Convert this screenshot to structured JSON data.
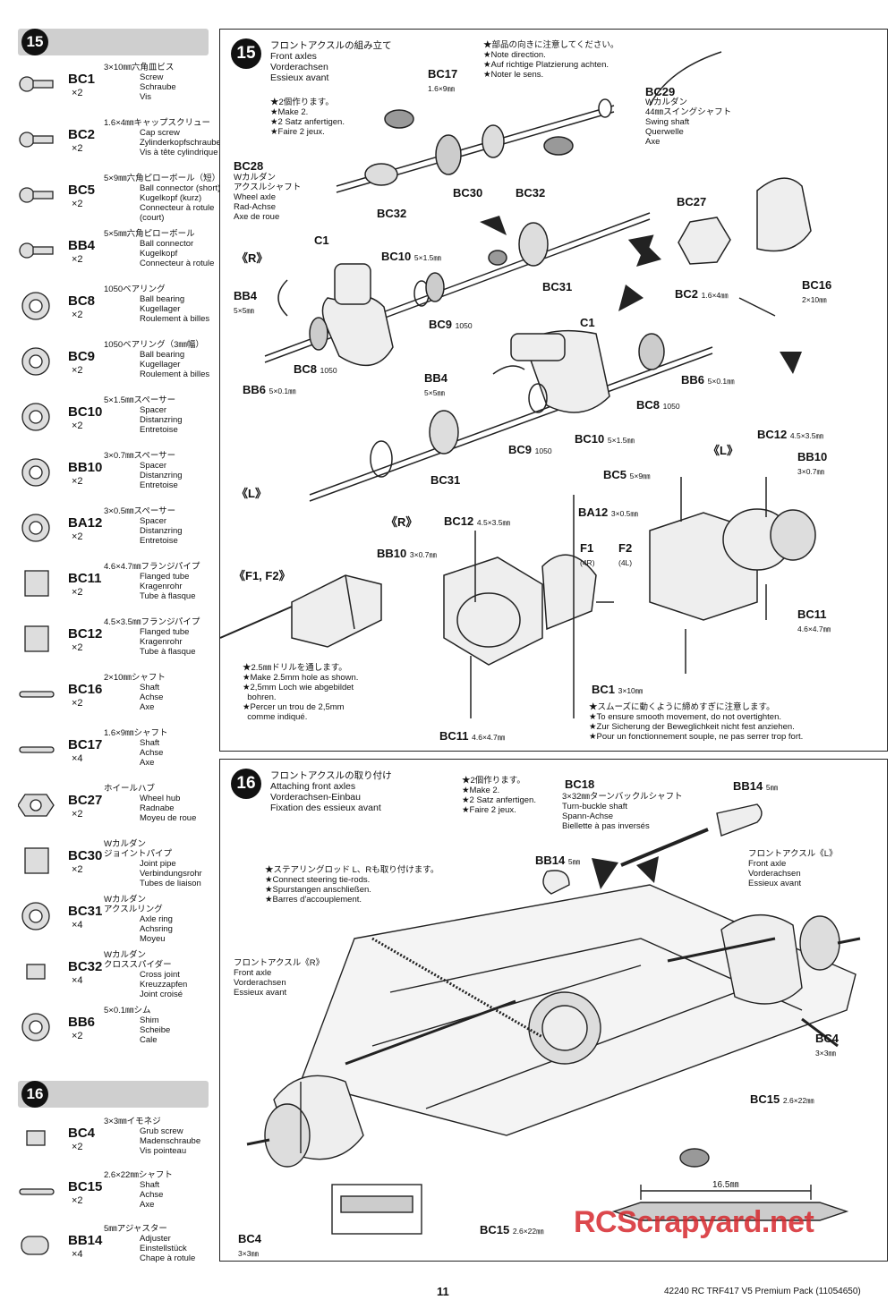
{
  "page_number": "11",
  "footer_text": "42240  RC TRF417 V5 Premium Pack  (11054650)",
  "watermark": "RCScrapyard.net",
  "parts_steps": [
    "15",
    "16"
  ],
  "parts15": [
    {
      "code": "BC1",
      "qty": "×2",
      "jp": "3×10㎜六角皿ビス",
      "en": "Screw",
      "de": "Schraube",
      "fr": "Vis"
    },
    {
      "code": "BC2",
      "qty": "×2",
      "jp": "1.6×4㎜キャップスクリュー",
      "en": "Cap screw",
      "de": "Zylinderkopfschraube",
      "fr": "Vis à tête cylindrique"
    },
    {
      "code": "BC5",
      "qty": "×2",
      "jp": "5×9㎜六角ピローボール（短）",
      "en": "Ball connector (short)",
      "de": "Kugelkopf (kurz)",
      "fr": "Connecteur à rotule",
      "fr2": "(court)"
    },
    {
      "code": "BB4",
      "qty": "×2",
      "jp": "5×5㎜六角ピローボール",
      "en": "Ball connector",
      "de": "Kugelkopf",
      "fr": "Connecteur à rotule"
    },
    {
      "code": "BC8",
      "qty": "×2",
      "jp": "1050ベアリング",
      "en": "Ball bearing",
      "de": "Kugellager",
      "fr": "Roulement à billes"
    },
    {
      "code": "BC9",
      "qty": "×2",
      "jp": "1050ベアリング（3㎜幅）",
      "en": "Ball bearing",
      "de": "Kugellager",
      "fr": "Roulement à billes"
    },
    {
      "code": "BC10",
      "qty": "×2",
      "jp": "5×1.5㎜スペーサー",
      "en": "Spacer",
      "de": "Distanzring",
      "fr": "Entretoise"
    },
    {
      "code": "BB10",
      "qty": "×2",
      "jp": "3×0.7㎜スペーサー",
      "en": "Spacer",
      "de": "Distanzring",
      "fr": "Entretoise"
    },
    {
      "code": "BA12",
      "qty": "×2",
      "jp": "3×0.5㎜スペーサー",
      "en": "Spacer",
      "de": "Distanzring",
      "fr": "Entretoise"
    },
    {
      "code": "BC11",
      "qty": "×2",
      "jp": "4.6×4.7㎜フランジパイプ",
      "en": "Flanged tube",
      "de": "Kragenrohr",
      "fr": "Tube à flasque"
    },
    {
      "code": "BC12",
      "qty": "×2",
      "jp": "4.5×3.5㎜フランジパイプ",
      "en": "Flanged tube",
      "de": "Kragenrohr",
      "fr": "Tube à flasque"
    },
    {
      "code": "BC16",
      "qty": "×2",
      "jp": "2×10㎜シャフト",
      "en": "Shaft",
      "de": "Achse",
      "fr": "Axe"
    },
    {
      "code": "BC17",
      "qty": "×4",
      "jp": "1.6×9㎜シャフト",
      "en": "Shaft",
      "de": "Achse",
      "fr": "Axe"
    },
    {
      "code": "BC27",
      "qty": "×2",
      "jp": "ホイールハブ",
      "en": "Wheel hub",
      "de": "Radnabe",
      "fr": "Moyeu de roue"
    },
    {
      "code": "BC30",
      "qty": "×2",
      "jp": "Wカルダン\nジョイントパイプ",
      "en": "Joint pipe",
      "de": "Verbindungsrohr",
      "fr": "Tubes de liaison"
    },
    {
      "code": "BC31",
      "qty": "×4",
      "jp": "Wカルダン\nアクスルリング",
      "en": "Axle ring",
      "de": "Achsring",
      "fr": "Moyeu"
    },
    {
      "code": "BC32",
      "qty": "×4",
      "jp": "Wカルダン\nクロススパイダー",
      "en": "Cross joint",
      "de": "Kreuzzapfen",
      "fr": "Joint croisé"
    },
    {
      "code": "BB6",
      "qty": "×2",
      "jp": "5×0.1㎜シム",
      "en": "Shim",
      "de": "Scheibe",
      "fr": "Cale"
    }
  ],
  "parts16": [
    {
      "code": "BC4",
      "qty": "×2",
      "jp": "3×3㎜イモネジ",
      "en": "Grub screw",
      "de": "Madenschraube",
      "fr": "Vis pointeau"
    },
    {
      "code": "BC15",
      "qty": "×2",
      "jp": "2.6×22㎜シャフト",
      "en": "Shaft",
      "de": "Achse",
      "fr": "Axe"
    },
    {
      "code": "BB14",
      "qty": "×4",
      "jp": "5㎜アジャスター",
      "en": "Adjuster",
      "de": "Einstellstück",
      "fr": "Chape à rotule"
    }
  ],
  "step15": {
    "number": "15",
    "title": "フロントアクスルの組み立て\nFront axles\nVorderachsen\nEssieux avant",
    "note_dir": "★部品の向きに注意してください。\n★Note direction.\n★Auf richtige Platzierung achten.\n★Noter le sens.",
    "make2": "★2個作ります。\n★Make 2.\n★2 Satz anfertigen.\n★Faire 2 jeux.",
    "drill": "★2.5㎜ドリルを通します。\n★Make 2.5mm hole as shown.\n★2,5mm Loch wie abgebildet\n  bohren.\n★Percer un trou de 2,5mm\n  comme indiqué.",
    "smooth": "★スムーズに動くように締めすぎに注意します。\n★To ensure smooth movement, do not overtighten.\n★Zur Sicherung der Beweglichkeit nicht fest anziehen.\n★Pour un fonctionnement souple, ne pas serrer trop fort.",
    "bc29_desc": "Wカルダン\n44㎜スイングシャフト\nSwing shaft\nQuerwelle\nAxe",
    "bc28_desc": "Wカルダン\nアクスルシャフト\nWheel axle\nRad-Achse\nAxe de roue",
    "labels": {
      "bc17": "BC17",
      "bc17s": "1.6×9㎜",
      "bc29": "BC29",
      "bc28": "BC28",
      "bc30": "BC30",
      "bc32a": "BC32",
      "bc32b": "BC32",
      "bc27": "BC27",
      "bc16": "BC16",
      "bc16s": "2×10㎜",
      "bc2": "BC2",
      "bc2s": "1.6×4㎜",
      "r1": "《R》",
      "c1a": "C1",
      "bc10a": "BC10",
      "bc10as": "5×1.5㎜",
      "bc31a": "BC31",
      "bb4a": "BB4",
      "bb4as": "5×5㎜",
      "bc9a": "BC9",
      "bc9as": "1050",
      "c1b": "C1",
      "bc8a": "BC8",
      "bc8as": "1050",
      "bb6a": "BB6",
      "bb6as": "5×0.1㎜",
      "bb4b": "BB4",
      "bb4bs": "5×5㎜",
      "bb6b": "BB6",
      "bb6bs": "5×0.1㎜",
      "bc8b": "BC8",
      "bc8bs": "1050",
      "bc10b": "BC10",
      "bc10bs": "5×1.5㎜",
      "bc9b": "BC9",
      "bc9bs": "1050",
      "bc31b": "BC31",
      "l1": "《L》",
      "l2": "《L》",
      "bc12a": "BC12",
      "bc12as": "4.5×3.5㎜",
      "bb10a": "BB10",
      "bb10as": "3×0.7㎜",
      "bc5": "BC5",
      "bc5s": "5×9㎜",
      "ba12": "BA12",
      "ba12s": "3×0.5㎜",
      "r2": "《R》",
      "bc12b": "BC12",
      "bc12bs": "4.5×3.5㎜",
      "bb10b": "BB10",
      "bb10bs": "3×0.7㎜",
      "f1": "F1",
      "f1s": "(4R)",
      "f2": "F2",
      "f2s": "(4L)",
      "f1f2": "《F1, F2》",
      "bc11a": "BC11",
      "bc11as": "4.6×4.7㎜",
      "bc1": "BC1",
      "bc1s": "3×10㎜",
      "bc11b": "BC11",
      "bc11bs": "4.6×4.7㎜"
    }
  },
  "step16": {
    "number": "16",
    "title": "フロントアクスルの取り付け\nAttaching front axles\nVorderachsen-Einbau\nFixation des essieux avant",
    "make2": "★2個作ります。\n★Make 2.\n★2 Satz anfertigen.\n★Faire 2 jeux.",
    "steering": "★ステアリングロッド L、Rも取り付けます。\n★Connect steering tie-rods.\n★Spurstangen anschließen.\n★Barres d'accouplement.",
    "bc18_desc": "3×32㎜ターンバックルシャフト\nTurn-buckle shaft\nSpann-Achse\nBiellette à pas inversés",
    "axle_l": "フロントアクスル《L》\nFront axle\nVorderachsen\nEssieux avant",
    "axle_r": "フロントアクスル《R》\nFront axle\nVorderachsen\nEssieux avant",
    "labels": {
      "bc18": "BC18",
      "bb14a": "BB14",
      "bb14as": "5㎜",
      "bb14b": "BB14",
      "bb14bs": "5㎜",
      "bc4a": "BC4",
      "bc4as": "3×3㎜",
      "bc15a": "BC15",
      "bc15as": "2.6×22㎜",
      "bc15b": "BC15",
      "bc15bs": "2.6×22㎜",
      "bc4b": "BC4",
      "bc4bs": "3×3㎜",
      "dim": "16.5㎜"
    }
  }
}
